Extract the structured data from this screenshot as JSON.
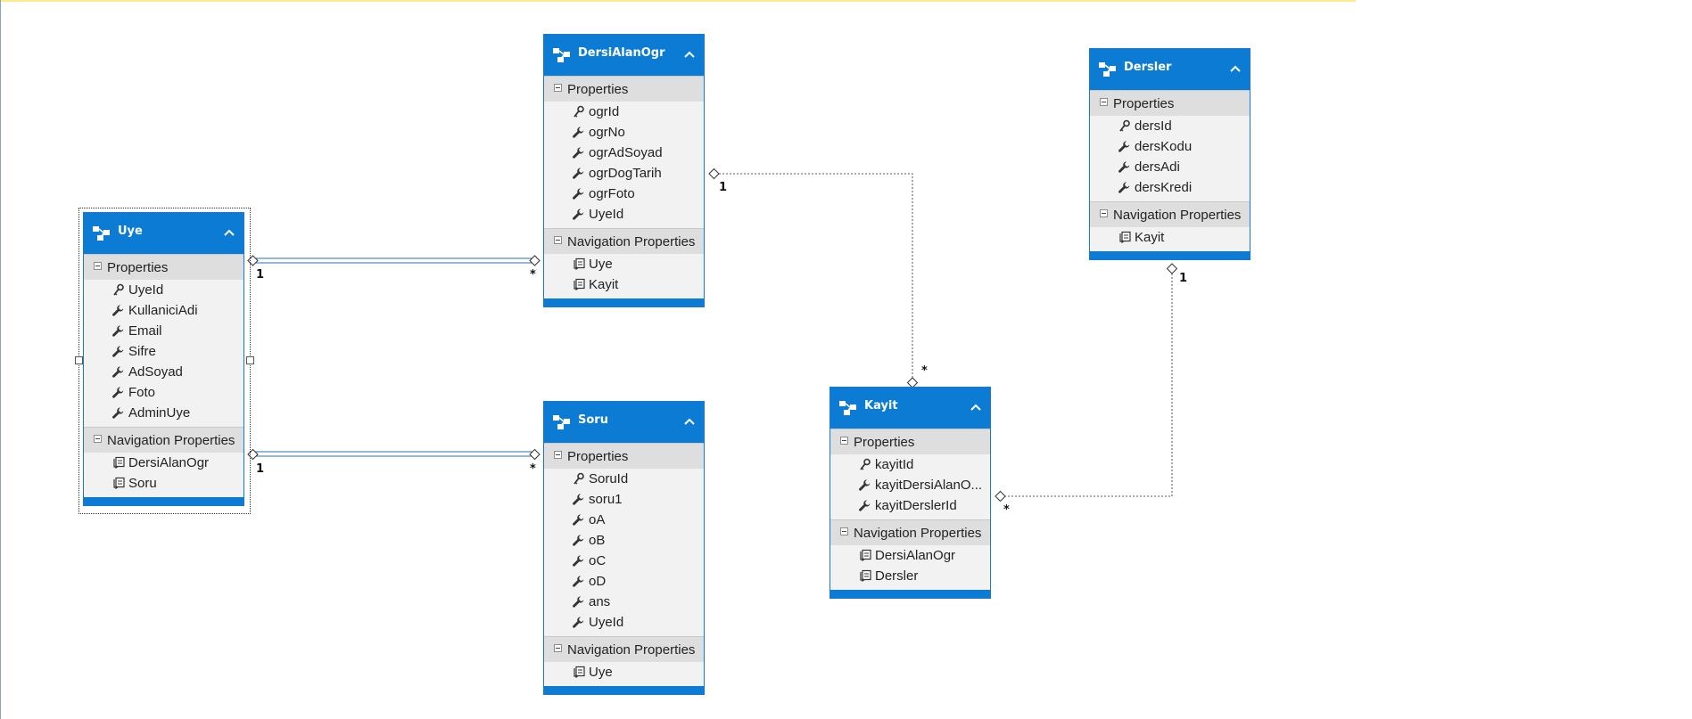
{
  "diagram": {
    "section_properties": "Properties",
    "section_navigation": "Navigation Properties",
    "entities": {
      "uye": {
        "title": "Uye",
        "properties": [
          {
            "name": "UyeId",
            "key": true
          },
          {
            "name": "KullaniciAdi",
            "key": false
          },
          {
            "name": "Email",
            "key": false
          },
          {
            "name": "Sifre",
            "key": false
          },
          {
            "name": "AdSoyad",
            "key": false
          },
          {
            "name": "Foto",
            "key": false
          },
          {
            "name": "AdminUye",
            "key": false
          }
        ],
        "navigation": [
          "DersiAlanOgr",
          "Soru"
        ]
      },
      "dersialanogr": {
        "title": "DersiAlanOgr",
        "properties": [
          {
            "name": "ogrId",
            "key": true
          },
          {
            "name": "ogrNo",
            "key": false
          },
          {
            "name": "ogrAdSoyad",
            "key": false
          },
          {
            "name": "ogrDogTarih",
            "key": false
          },
          {
            "name": "ogrFoto",
            "key": false
          },
          {
            "name": "UyeId",
            "key": false
          }
        ],
        "navigation": [
          "Uye",
          "Kayit"
        ]
      },
      "soru": {
        "title": "Soru",
        "properties": [
          {
            "name": "SoruId",
            "key": true
          },
          {
            "name": "soru1",
            "key": false
          },
          {
            "name": "oA",
            "key": false
          },
          {
            "name": "oB",
            "key": false
          },
          {
            "name": "oC",
            "key": false
          },
          {
            "name": "oD",
            "key": false
          },
          {
            "name": "ans",
            "key": false
          },
          {
            "name": "UyeId",
            "key": false
          }
        ],
        "navigation": [
          "Uye"
        ]
      },
      "dersler": {
        "title": "Dersler",
        "properties": [
          {
            "name": "dersId",
            "key": true
          },
          {
            "name": "dersKodu",
            "key": false
          },
          {
            "name": "dersAdi",
            "key": false
          },
          {
            "name": "dersKredi",
            "key": false
          }
        ],
        "navigation": [
          "Kayit"
        ]
      },
      "kayit": {
        "title": "Kayit",
        "properties": [
          {
            "name": "kayitId",
            "key": true
          },
          {
            "name": "kayitDersiAlanO...",
            "key": false
          },
          {
            "name": "kayitDerslerId",
            "key": false
          }
        ],
        "navigation": [
          "DersiAlanOgr",
          "Dersler"
        ]
      }
    },
    "associations": [
      {
        "from": "Uye",
        "to": "DersiAlanOgr",
        "from_mult": "1",
        "to_mult": "*"
      },
      {
        "from": "Uye",
        "to": "Soru",
        "from_mult": "1",
        "to_mult": "*"
      },
      {
        "from": "DersiAlanOgr",
        "to": "Kayit",
        "from_mult": "1",
        "to_mult": "*"
      },
      {
        "from": "Dersler",
        "to": "Kayit",
        "from_mult": "1",
        "to_mult": "*"
      }
    ]
  }
}
